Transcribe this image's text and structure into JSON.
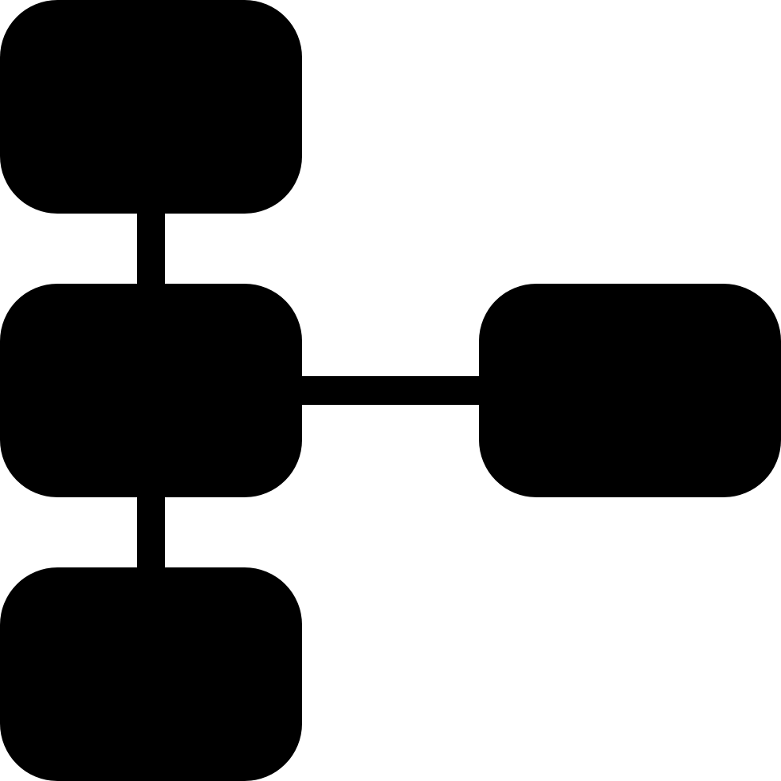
{
  "icon": {
    "name": "hierarchy-structure-icon",
    "foreground": "#000000",
    "background": "#ffffff",
    "nodes": [
      "top-node",
      "middle-node",
      "bottom-node",
      "right-node"
    ],
    "connectors": [
      "top-to-middle",
      "middle-to-bottom",
      "middle-to-right"
    ]
  }
}
